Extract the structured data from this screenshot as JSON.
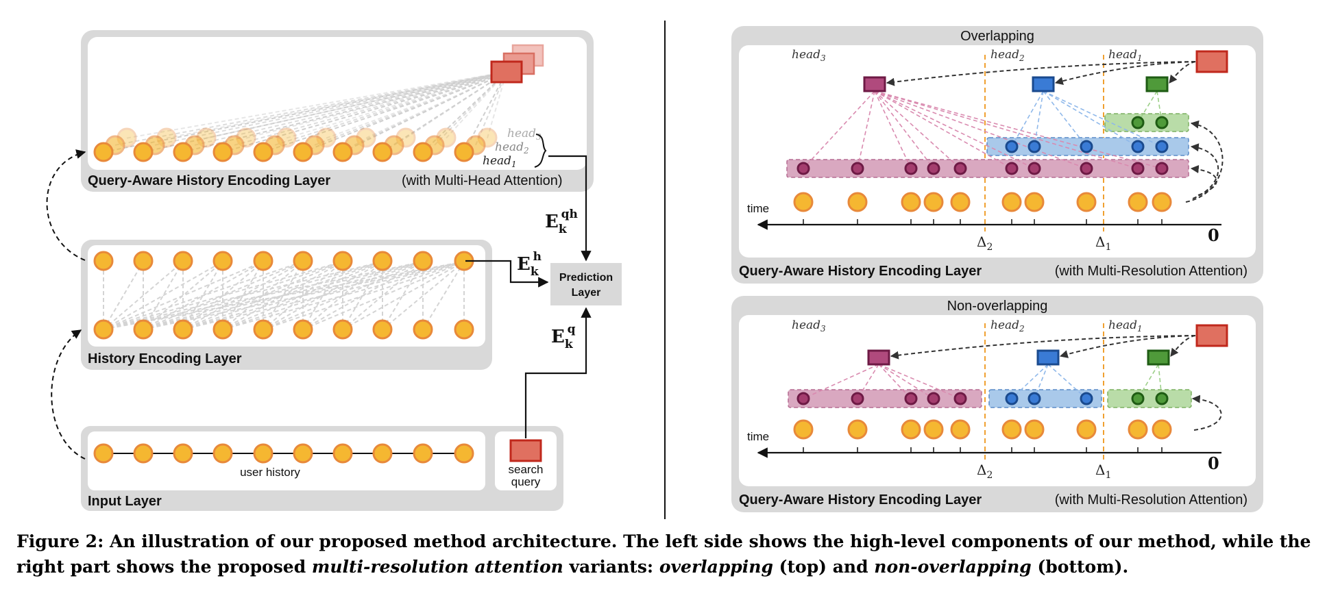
{
  "left": {
    "qa_layer_label": "Query-Aware History Encoding Layer",
    "qa_layer_note": "(with Multi-Head Attention)",
    "heads": [
      "head",
      "head",
      "head"
    ],
    "head_subs": [
      "3",
      "2",
      "1"
    ],
    "history_layer_label": "History Encoding Layer",
    "input_layer_label": "Input Layer",
    "user_history_label": "user history",
    "search_query_label": [
      "search",
      "query"
    ],
    "prediction_label": [
      "Prediction",
      "Layer"
    ],
    "emb_qh": {
      "base": "E",
      "sub": "k",
      "sup": "qh"
    },
    "emb_h": {
      "base": "E",
      "sub": "k",
      "sup": "h"
    },
    "emb_q": {
      "base": "E",
      "sub": "k",
      "sup": "q"
    }
  },
  "right": {
    "panels": [
      {
        "title": "Overlapping",
        "layer_label": "Query-Aware History Encoding Layer",
        "note": "(with Multi-Resolution Attention)"
      },
      {
        "title": "Non-overlapping",
        "layer_label": "Query-Aware History Encoding Layer",
        "note": "(with Multi-Resolution Attention)"
      }
    ],
    "head_labels": [
      {
        "base": "head",
        "sub": "3"
      },
      {
        "base": "head",
        "sub": "2"
      },
      {
        "base": "head",
        "sub": "1"
      }
    ],
    "time_label": "time",
    "delta_labels": [
      {
        "base": "Δ",
        "sub": "2"
      },
      {
        "base": "Δ",
        "sub": "1"
      }
    ],
    "zero_label": "0"
  },
  "caption": {
    "lead": "Figure 2: An illustration of our proposed method architecture. The left side shows the high-level components of our method, while the right part shows the proposed ",
    "emph1": "multi-resolution attention",
    "mid": " variants: ",
    "emph2": "overlapping",
    "mid2": " (top) and ",
    "emph3": "non-overlapping",
    "tail": " (bottom)."
  },
  "colors": {
    "panel_gray": "#d9d9d9",
    "node_fill": "#f5b731",
    "node_stroke": "#e8893a",
    "query_fill": "#e07060",
    "query_stroke": "#c0281c",
    "head3_fill": "#a43d6e",
    "head3_band": "#d9a8c0",
    "head2_fill": "#3a7bd5",
    "head2_band": "#a9c9ea",
    "head1_fill": "#4f9a3a",
    "head1_band": "#b9dca8",
    "delta_line": "#f0a030"
  }
}
